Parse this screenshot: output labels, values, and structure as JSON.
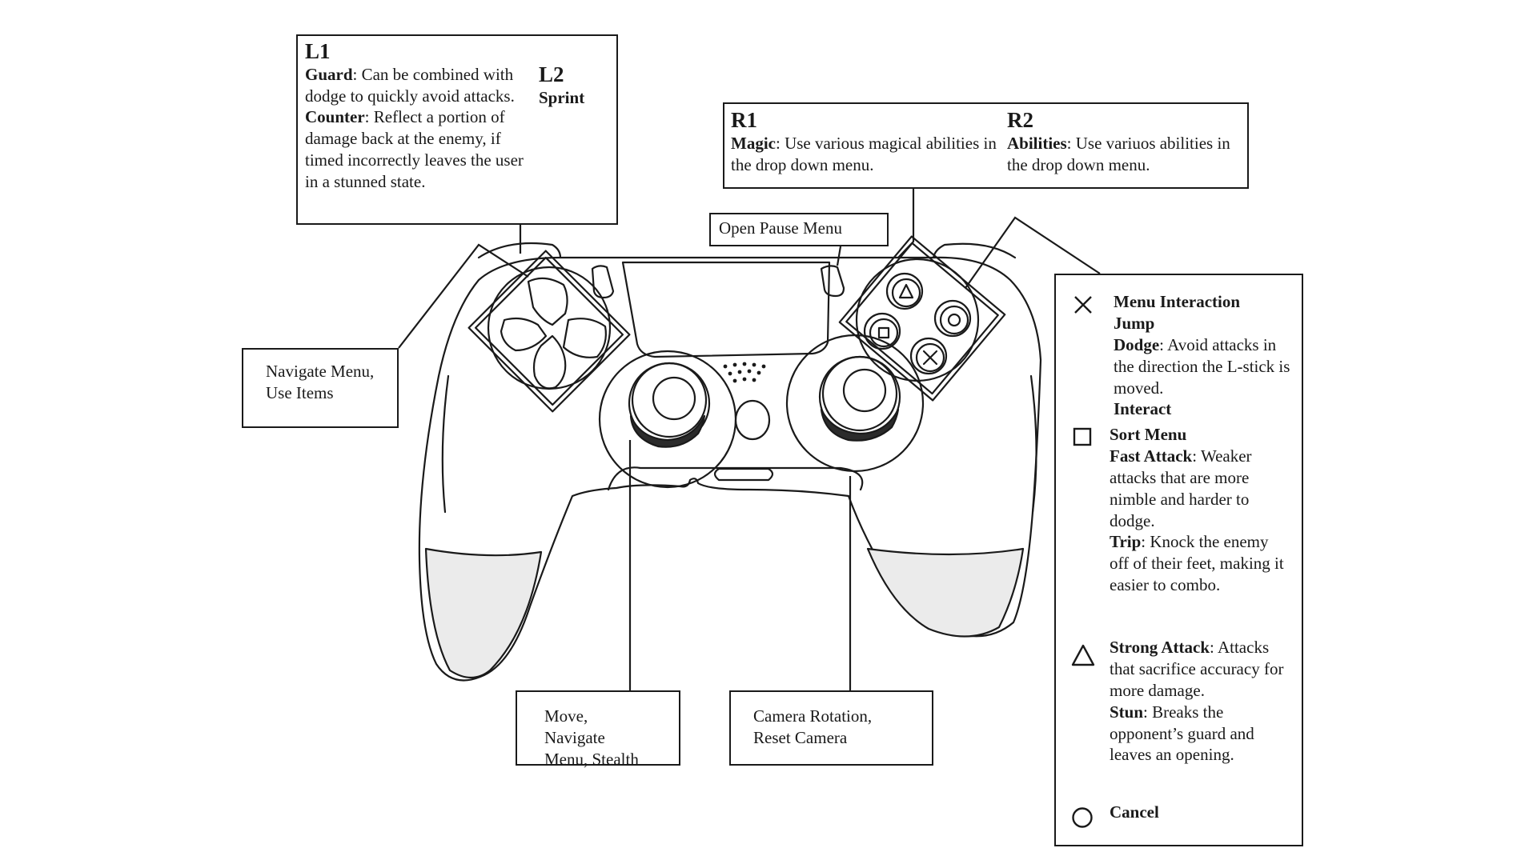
{
  "l1": {
    "header": "L1",
    "guard_term": "Guard",
    "guard_text": ": Can be combined with dodge to quickly avoid attacks.",
    "counter_term": "Counter",
    "counter_text": ": Reflect a portion of damage back at the enemy, if timed incorrectly leaves the user in a stunned state."
  },
  "l2": {
    "header": "L2",
    "action": "Sprint"
  },
  "r1": {
    "header": "R1",
    "magic_term": "Magic",
    "magic_text": ": Use various magical abilities in the drop down menu."
  },
  "r2": {
    "header": "R2",
    "abilities_term": "Abilities",
    "abilities_text": ": Use variuos abilities in the drop down menu."
  },
  "options": {
    "label": "Open Pause Menu"
  },
  "dpad": {
    "line1": "Navigate Menu,",
    "line2": "Use Items"
  },
  "left_stick": {
    "line1": "Move, Navigate",
    "line2": "Menu, Stealth"
  },
  "right_stick": {
    "line1": "Camera Rotation,",
    "line2": "Reset Camera"
  },
  "face_buttons": {
    "cross": {
      "icon": "cross-icon",
      "menu": "Menu Interaction",
      "jump": "Jump",
      "dodge_term": "Dodge",
      "dodge_text": ": Avoid attacks in the direction the L-stick is moved.",
      "interact": "Interact"
    },
    "square": {
      "icon": "square-icon",
      "menu": "Sort Menu",
      "fast_term": "Fast Attack",
      "fast_text": ": Weaker attacks that are more nimble and harder to dodge.",
      "trip_term": "Trip",
      "trip_text": ": Knock the enemy off of their feet, making it easier to combo."
    },
    "triangle": {
      "icon": "triangle-icon",
      "strong_term": "Strong Attack",
      "strong_text": ": Attacks that sacrifice accuracy for more damage.",
      "stun_term": "Stun",
      "stun_text": ": Breaks the opponent’s guard and leaves an opening."
    },
    "circle": {
      "icon": "circle-icon",
      "cancel": "Cancel"
    }
  },
  "colors": {
    "line": "#1a1a1a",
    "controller_fill": "#ffffff",
    "grip_shade": "#ebebeb",
    "stick_dark": "#2b2b2b"
  }
}
